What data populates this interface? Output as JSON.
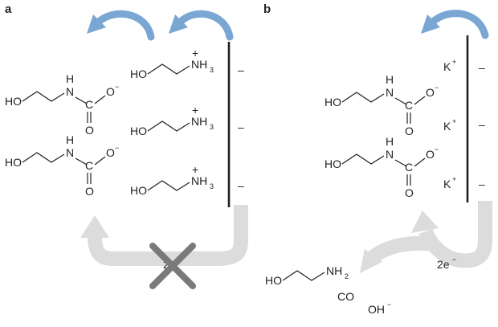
{
  "panels": {
    "a": "a",
    "b": "b"
  },
  "colors": {
    "blue_arrow": "#7aa6d4",
    "gray_arrow": "#dcdcdc",
    "cross": "#7a7a7a",
    "ink": "#231f20"
  },
  "labels": {
    "ho": "HO",
    "nh": "N",
    "h": "H",
    "c": "C",
    "o": "O",
    "o_minus": "−",
    "nh3_n": "NH",
    "nh3_sub": "3",
    "plus": "+",
    "minus_sign": "–",
    "k": "K",
    "k_plus": "+",
    "nh2_n": "NH",
    "nh2_sub": "2",
    "two_e": "2e",
    "e_minus": "−",
    "co": "CO",
    "oh": "OH",
    "oh_minus": "−"
  },
  "icons": {
    "blue_curved_arrow": "blue-curved-arrow-icon",
    "gray_loop_arrow": "gray-loop-arrow-icon",
    "cross": "cross-mark-icon"
  }
}
